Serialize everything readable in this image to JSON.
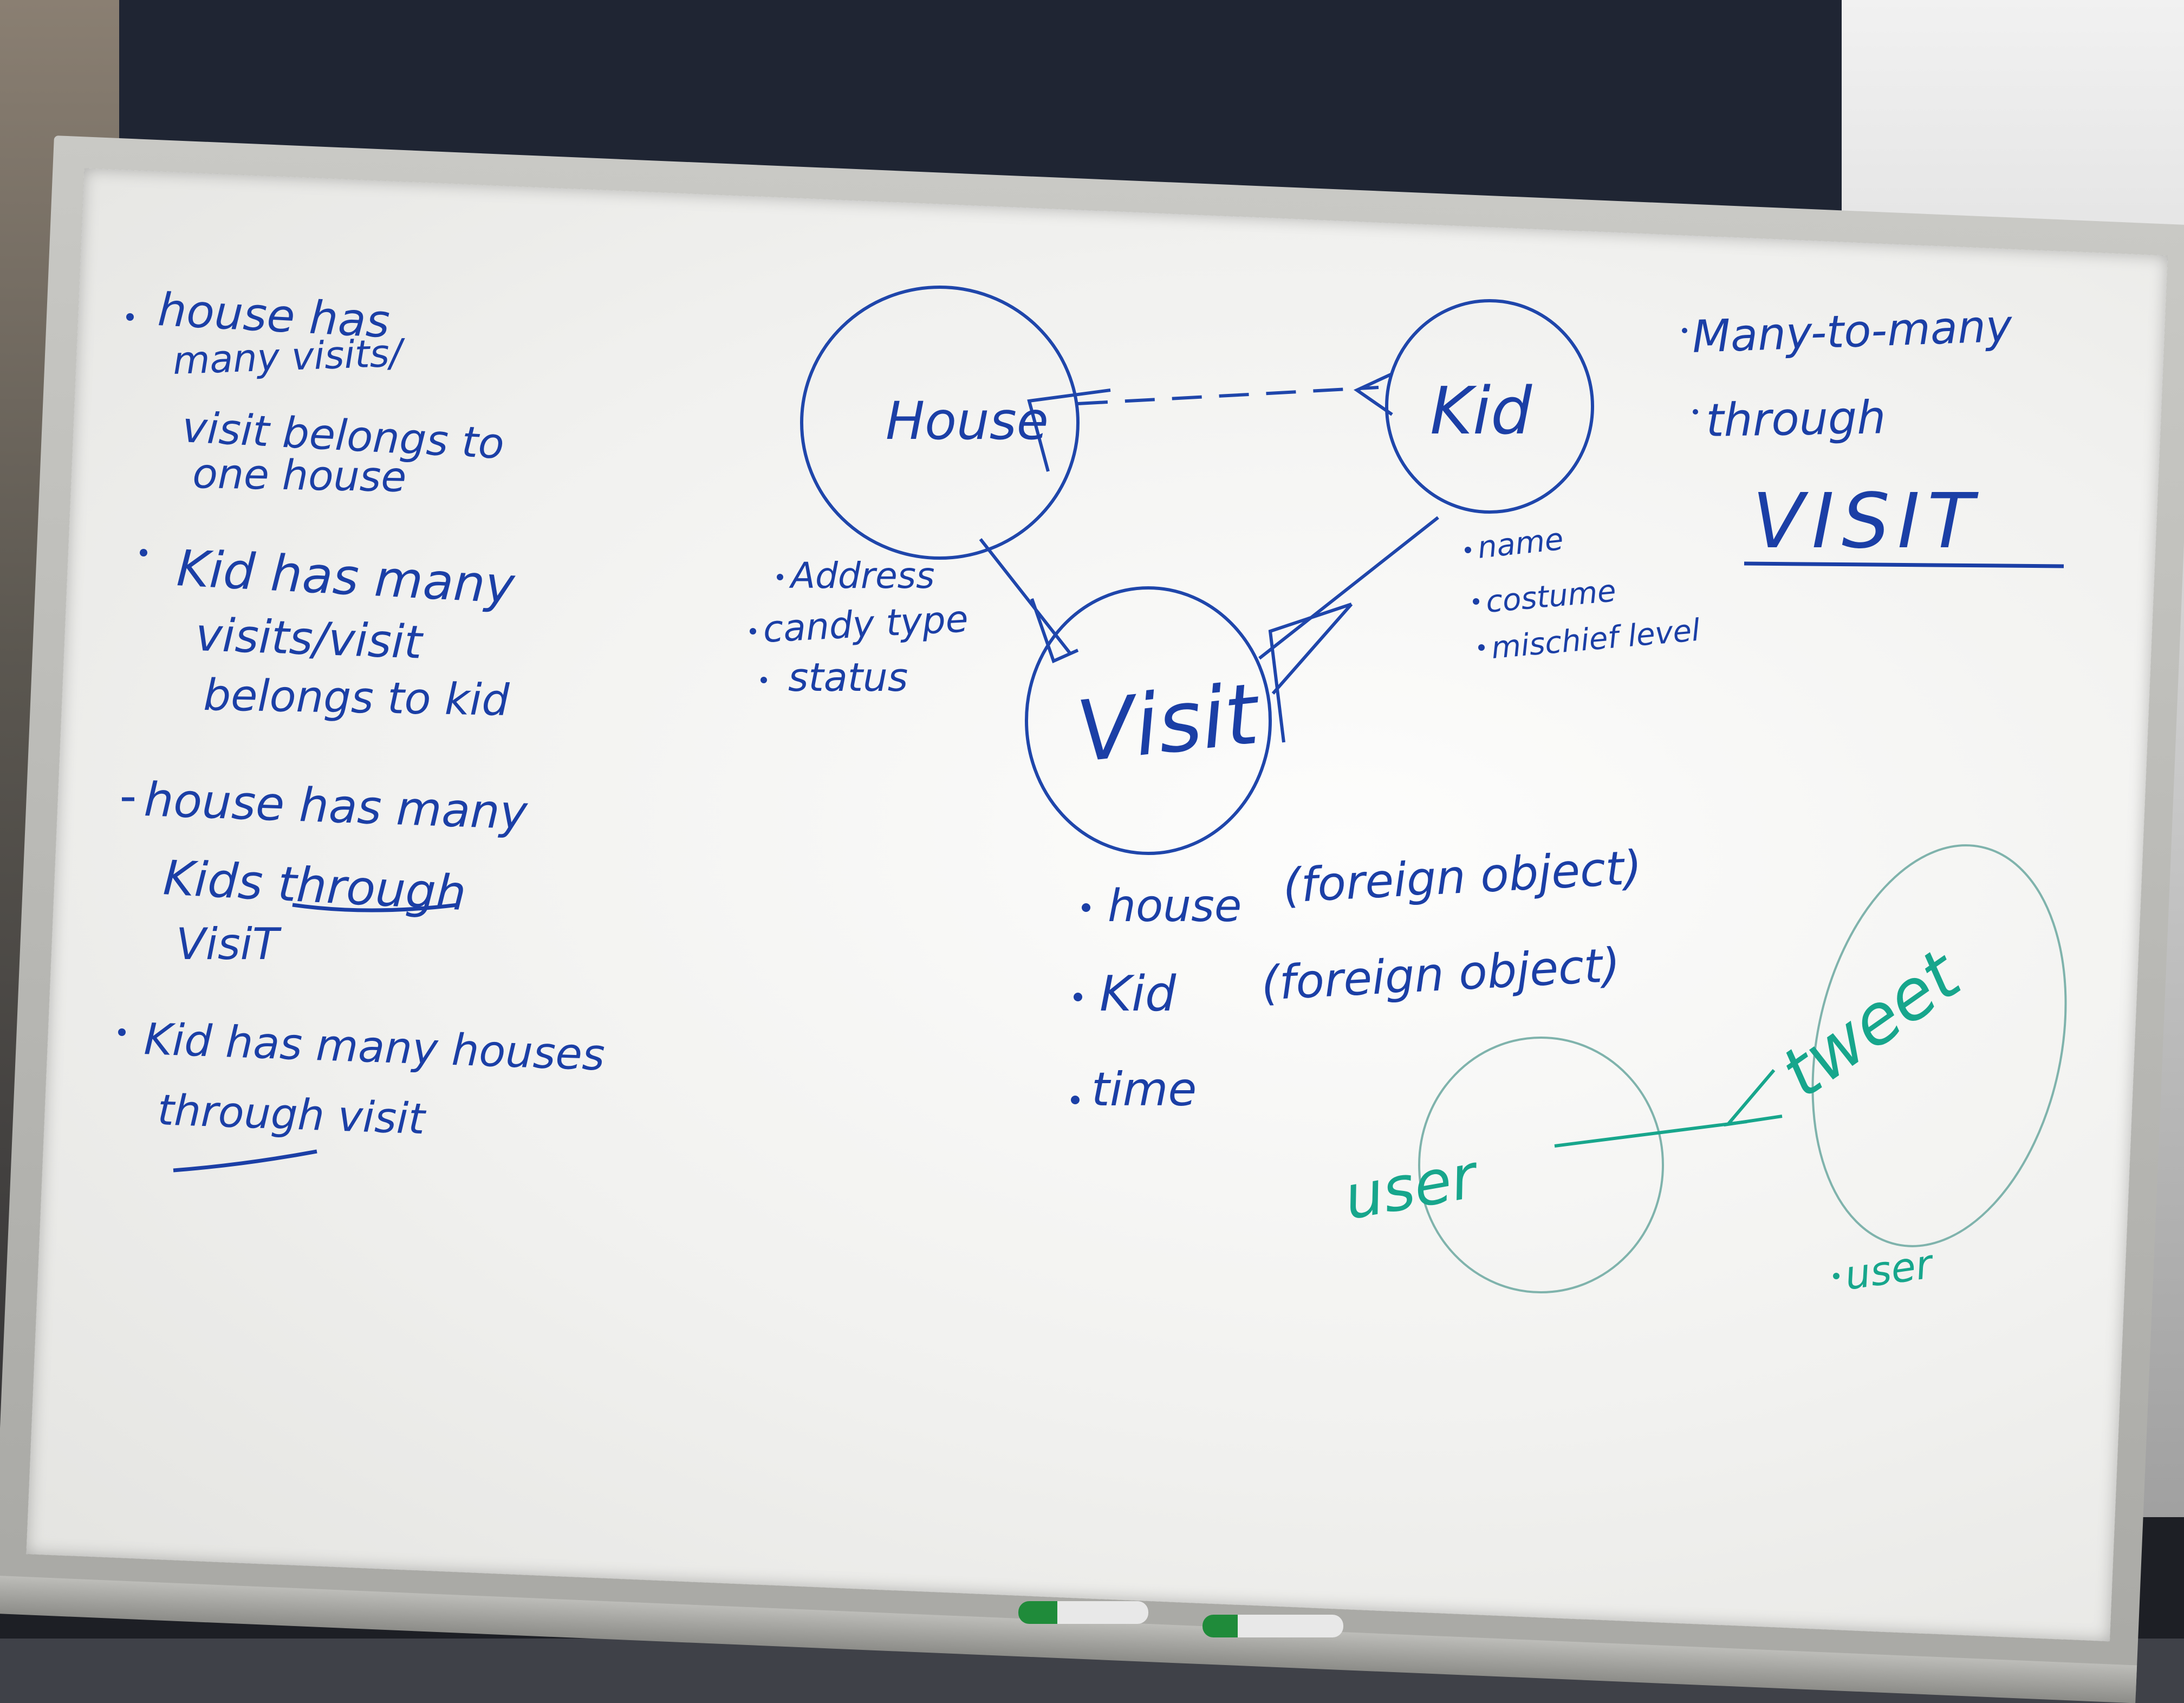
{
  "left_notes": {
    "note1": [
      "house has",
      "many visits/",
      "visit belongs to",
      "one house"
    ],
    "note2": [
      "Kid has many",
      "visits/visit",
      "belongs to kid"
    ],
    "note3": [
      "house has many",
      "Kids through",
      "VisiT"
    ],
    "note4": [
      "Kid has many houses",
      "through visit"
    ]
  },
  "entities": {
    "house": {
      "label": "House",
      "attributes": [
        "Address",
        "candy type",
        "status"
      ]
    },
    "kid": {
      "label": "Kid",
      "attributes": [
        "name",
        "costume",
        "mischief level"
      ]
    },
    "visit": {
      "label": "Visit",
      "attributes": [
        "house",
        "(foreign object)",
        "Kid",
        "(foreign object)",
        "time"
      ]
    }
  },
  "right_notes": {
    "line1": "Many-to-many",
    "line2": "through",
    "line3": "VISIT"
  },
  "green_diagram": {
    "user_label": "user",
    "tweet_label": "tweet",
    "tweet_attribute": "user"
  },
  "colors": {
    "blue_ink": "#1b3fa6",
    "green_ink": "#17a68c",
    "board": "#f4f4f2",
    "frame": "#b9b9b5",
    "marker_green": "#1f8b3a"
  }
}
